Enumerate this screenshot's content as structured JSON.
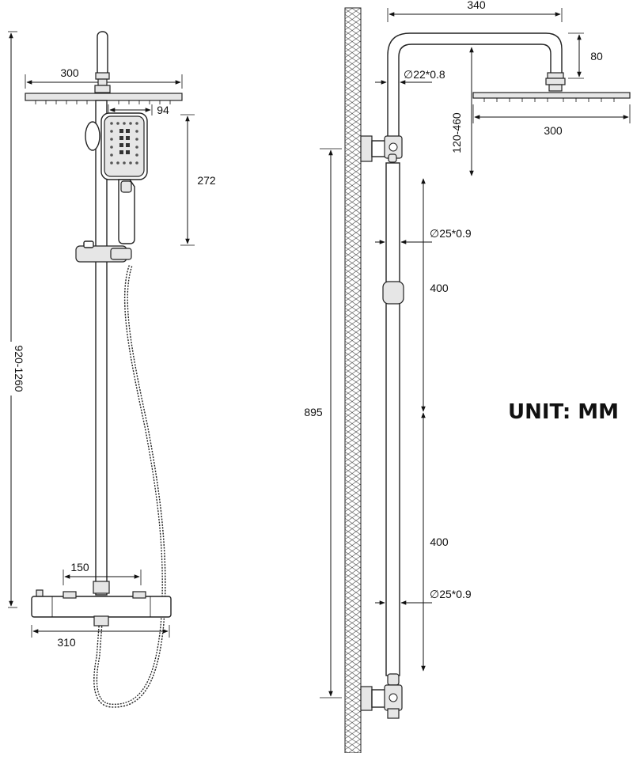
{
  "labels": {
    "head_width_left": "300",
    "hand_width": "94",
    "hand_height": "272",
    "overall_height": "920-1260",
    "valve_centers": "150",
    "valve_width": "310",
    "arm_length": "340",
    "head_drop": "80",
    "head_width_right": "300",
    "arm_pipe": "∅22*0.8",
    "arm_height": "120-460",
    "rail_pipe_upper": "∅25*0.9",
    "rail_upper_length": "400",
    "column_height": "895",
    "rail_lower_length": "400",
    "rail_pipe_lower": "∅25*0.9",
    "unit": "UNIT: MM"
  },
  "colors": {
    "line": "#111111",
    "metal_fill": "#e6e6e6",
    "background": "#ffffff"
  }
}
